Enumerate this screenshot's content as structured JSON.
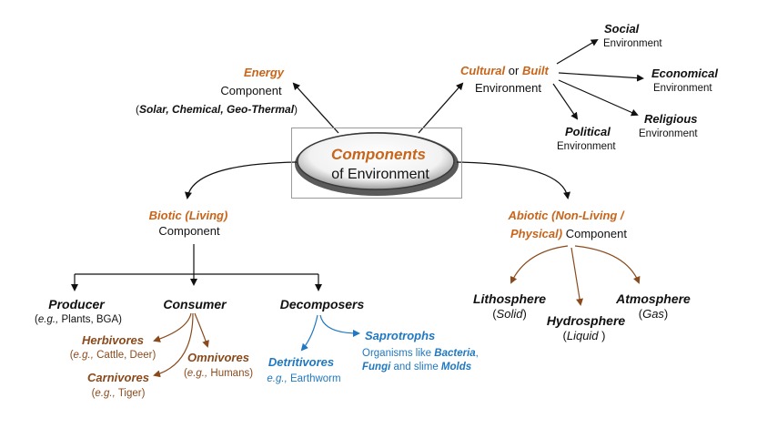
{
  "center": {
    "line1": "Components",
    "line2": "of Environment"
  },
  "energy": {
    "title": "Energy",
    "line2": "Component",
    "paren_open": "(",
    "detail": "Solar, Chemical, Geo-Thermal",
    "paren_close": ")"
  },
  "cultural": {
    "word1": "Cultural",
    "or": "or",
    "word2": "Built",
    "line2": "Environment"
  },
  "social": {
    "title": "Social",
    "sub": "Environment"
  },
  "economical": {
    "title": "Economical",
    "sub": "Environment"
  },
  "religious": {
    "title": "Religious",
    "sub": "Environment"
  },
  "political": {
    "title": "Political",
    "sub": "Environment"
  },
  "biotic": {
    "title": "Biotic (Living)",
    "sub": "Component"
  },
  "abiotic": {
    "title_line1": "Abiotic (Non-Living /",
    "title_line2": "Physical)",
    "sub": "Component"
  },
  "producer": {
    "title": "Producer",
    "eg": "e.g.,",
    "detail": "Plants, BGA)",
    "paren": "("
  },
  "consumer": {
    "title": "Consumer"
  },
  "decomposers": {
    "title": "Decomposers"
  },
  "herbivores": {
    "title": "Herbivores",
    "paren": "(",
    "eg": "e.g.,",
    "detail": "Cattle, Deer)"
  },
  "omnivores": {
    "title": "Omnivores",
    "paren": "(",
    "eg": "e.g.,",
    "detail": "Humans)"
  },
  "carnivores": {
    "title": "Carnivores",
    "paren": "(",
    "eg": "e.g.,",
    "detail": "Tiger)"
  },
  "saprotrophs": {
    "title": "Saprotrophs",
    "line1": "Organisms like",
    "bacteria": "Bacteria",
    "comma": ",",
    "fungi": "Fungi",
    "and": "and slime",
    "molds": "Molds"
  },
  "detritivores": {
    "title": "Detritivores",
    "eg": "e.g.,",
    "detail": "Earthworm"
  },
  "lithosphere": {
    "title": "Lithosphere",
    "sub_open": "(",
    "sub": "Solid",
    "sub_close": ")"
  },
  "hydrosphere": {
    "title": "Hydrosphere",
    "sub_open": "(",
    "sub": "Liquid",
    "sub_close": " )"
  },
  "atmosphere": {
    "title": "Atmosphere",
    "sub_open": "(",
    "sub": "Gas",
    "sub_close": ")"
  },
  "colors": {
    "orange": "#c8651b",
    "brown": "#8a4a1c",
    "blue": "#1f78c1",
    "black": "#111111"
  }
}
